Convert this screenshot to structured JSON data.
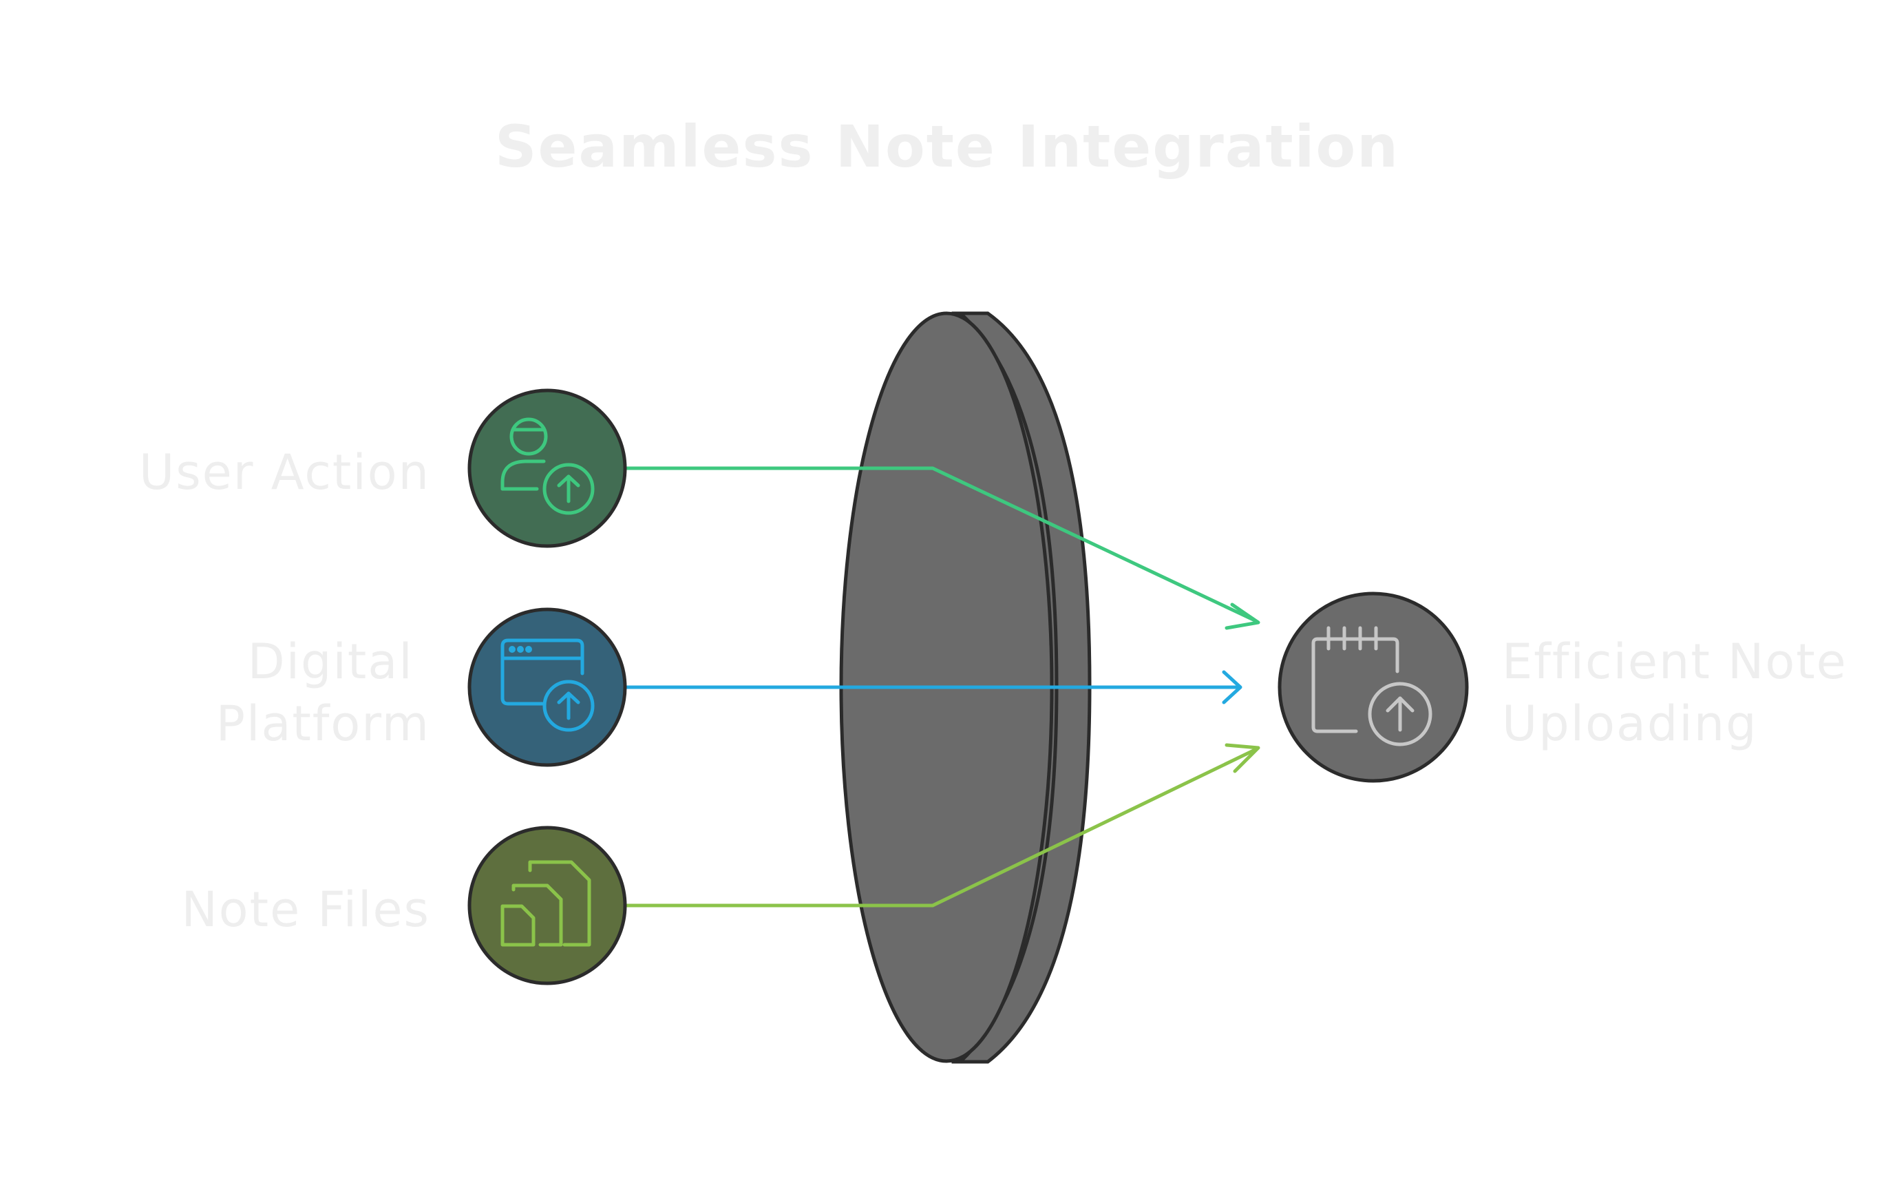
{
  "title": "Seamless Note Integration",
  "inputs": [
    {
      "label_lines": [
        "User Action"
      ],
      "icon": "user-upload-icon",
      "fill": "#426d53",
      "accent": "#3ec87f"
    },
    {
      "label_lines": [
        "Digital",
        "Platform"
      ],
      "icon": "browser-upload-icon",
      "fill": "#356279",
      "accent": "#23a9e0"
    },
    {
      "label_lines": [
        "Note Files"
      ],
      "icon": "files-icon",
      "fill": "#5e6f3e",
      "accent": "#8bc34a"
    }
  ],
  "output": {
    "label_lines": [
      "Efficient Note",
      "Uploading"
    ],
    "icon": "calendar-upload-icon",
    "fill": "#6b6b6b",
    "accent": "#c7c7c7"
  },
  "lens_color": "#6b6b6b"
}
